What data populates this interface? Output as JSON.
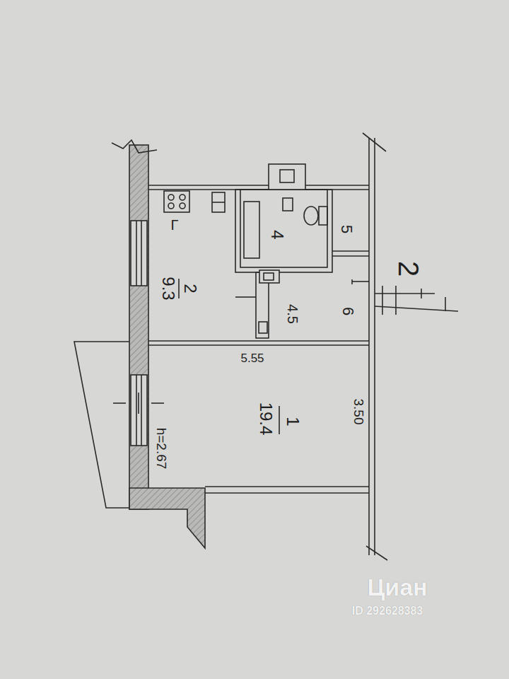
{
  "diagram": {
    "nodes": [
      {
        "text": [
          "1",
          "19.4"
        ]
      },
      {
        "text": [
          "2",
          "9.3"
        ]
      },
      {
        "text": [
          "4"
        ]
      }
    ],
    "labels": [
      "4.5",
      "6",
      "5",
      "5.55",
      "3.50",
      "h=2.67",
      "Г",
      "2",
      "Циан",
      "ID 292628383"
    ]
  }
}
